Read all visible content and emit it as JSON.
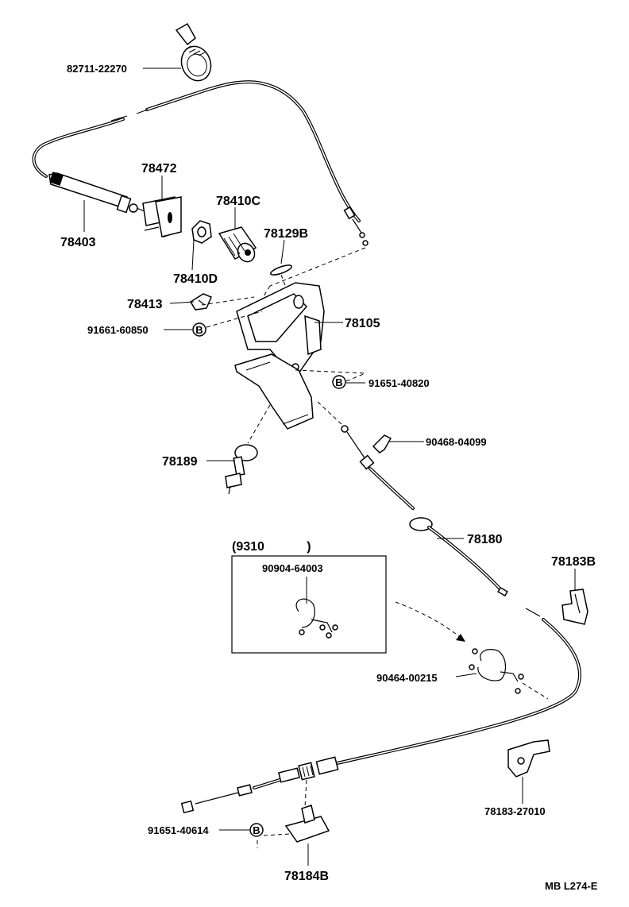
{
  "labels": {
    "p82711": "82711-22270",
    "p78472": "78472",
    "p78410C": "78410C",
    "p78129B": "78129B",
    "p78403": "78403",
    "p78410D": "78410D",
    "p78413": "78413",
    "p78105": "78105",
    "p91661": "91661-60850",
    "p91651a": "91651-40820",
    "p90468": "90468-04099",
    "p78189": "78189",
    "p78180": "78180",
    "p9310": "(9310            )",
    "p90904": "90904-64003",
    "p78183B": "78183B",
    "p90464": "90464-00215",
    "p78183": "78183-27010",
    "p91651b": "91651-40614",
    "p78184B": "78184B",
    "code": "MB L274-E"
  },
  "markers": {
    "bolt": "B"
  }
}
